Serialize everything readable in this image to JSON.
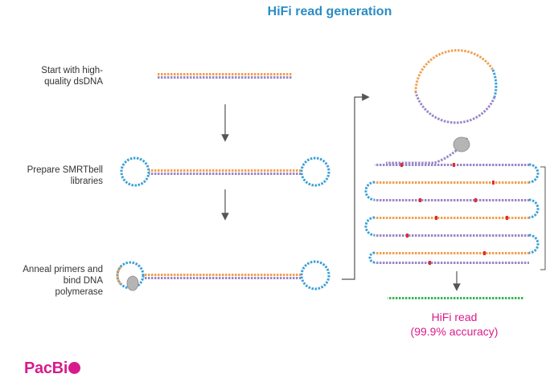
{
  "title": "HiFi read generation",
  "steps": [
    {
      "label_lines": [
        "Start with high-",
        "quality dsDNA"
      ]
    },
    {
      "label_lines": [
        "Prepare SMRTbell",
        "libraries"
      ]
    },
    {
      "label_lines": [
        "Anneal primers and",
        "bind DNA",
        "polymerase"
      ]
    }
  ],
  "result": {
    "label": "HiFi read",
    "accuracy": "(99.9% accuracy)"
  },
  "logo": {
    "text": "PacBi"
  },
  "colors": {
    "title": "#2b8cc4",
    "strand_top": "#f0a050",
    "strand_bottom": "#9b87c8",
    "adapter": "#3a9fd8",
    "error": "#e0302a",
    "hifi_read": "#3cb455",
    "accent": "#d81b8c",
    "arrow": "#555555",
    "polymerase": "#b5b5b5"
  }
}
